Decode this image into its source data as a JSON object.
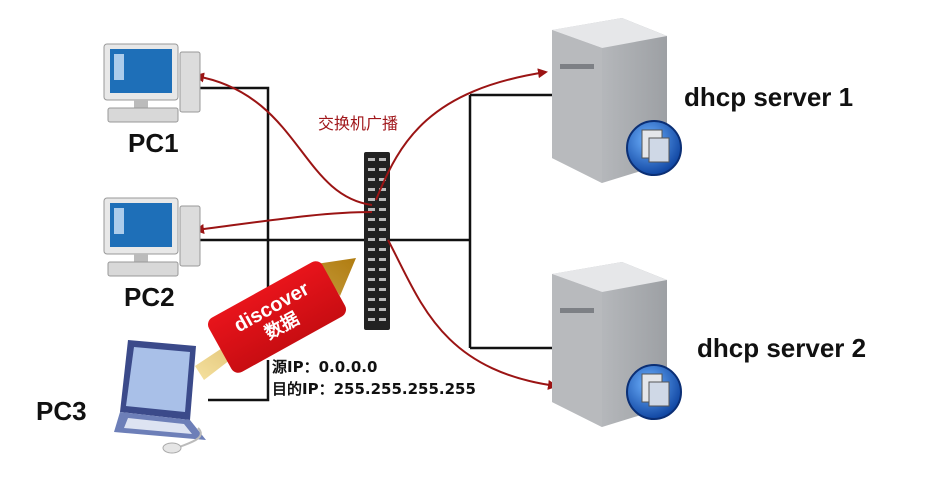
{
  "devices": {
    "pc1": "PC1",
    "pc2": "PC2",
    "pc3": "PC3",
    "server1": "dhcp server 1",
    "server2": "dhcp server 2"
  },
  "annotations": {
    "broadcast": "交换机广播",
    "packet_tag_line1": "discover",
    "packet_tag_line2": "数据",
    "src_ip": "源IP：0.0.0.0",
    "dst_ip": "目的IP：255.255.255.255"
  },
  "colors": {
    "link": "#111111",
    "broadcast_arrow": "#9b1414",
    "packet_tag": "#d9141a",
    "packet_arrow": "#c9a02a"
  }
}
